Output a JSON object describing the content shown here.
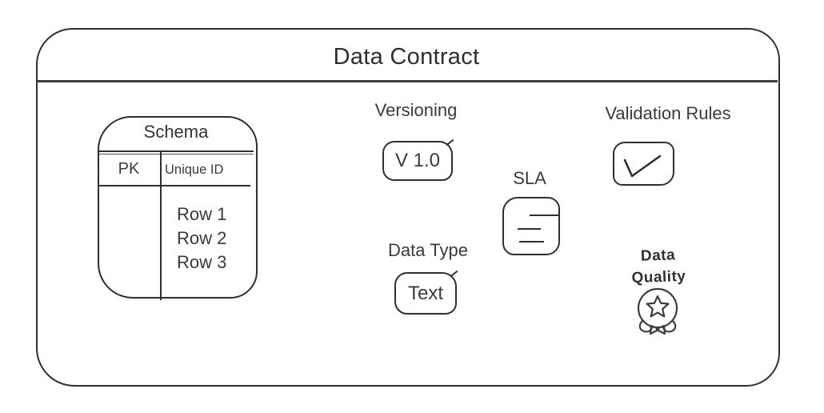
{
  "title": "Data Contract",
  "schema_table": {
    "title": "Schema",
    "columns": [
      "PK",
      "Unique ID"
    ],
    "rows": [
      "Row 1",
      "Row 2",
      "Row 3"
    ]
  },
  "versioning": {
    "label": "Versioning",
    "value": "V 1.0"
  },
  "sla": {
    "label": "SLA",
    "icon": "document-lines-icon"
  },
  "data_type": {
    "label": "Data Type",
    "value": "Text"
  },
  "validation_rules": {
    "label": "Validation Rules",
    "icon": "checkmark-icon"
  },
  "data_quality": {
    "line1": "Data",
    "line2": "Quality",
    "icon": "award-badge-icon"
  },
  "colors": {
    "ink": "#2f2f2f",
    "text": "#3a3a3a",
    "background": "#ffffff"
  }
}
